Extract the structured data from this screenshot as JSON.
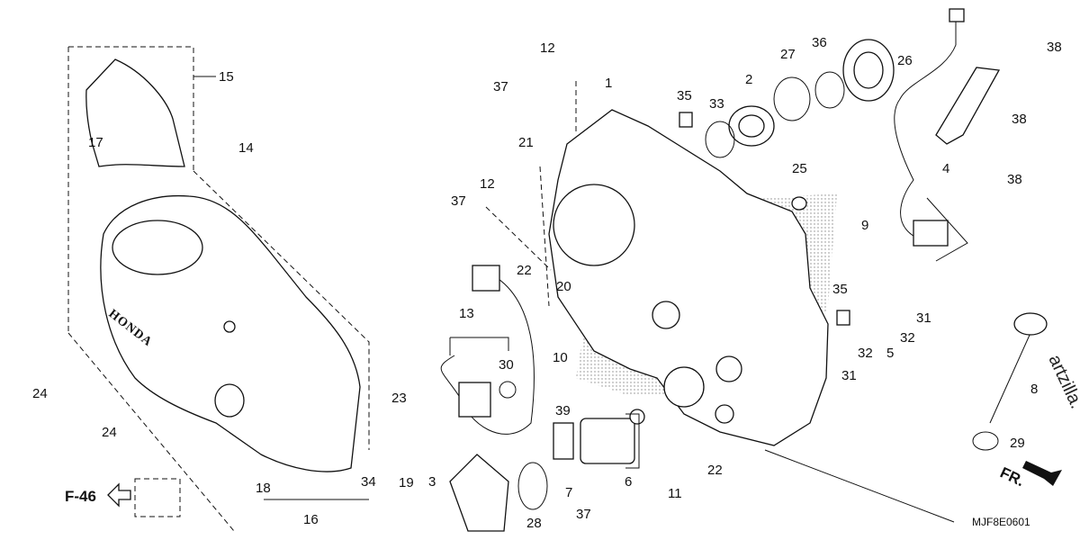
{
  "diagram": {
    "code": "MJF8E0601",
    "watermark": "artzilla.",
    "brand": "HONDA",
    "ref_label": "F-46",
    "front_label": "FR.",
    "callouts": [
      "1",
      "2",
      "3",
      "4",
      "5",
      "6",
      "7",
      "8",
      "9",
      "10",
      "11",
      "12",
      "12",
      "13",
      "14",
      "15",
      "16",
      "17",
      "18",
      "19",
      "20",
      "21",
      "22",
      "22",
      "23",
      "24",
      "24",
      "25",
      "26",
      "27",
      "28",
      "29",
      "30",
      "31",
      "31",
      "32",
      "32",
      "33",
      "34",
      "35",
      "35",
      "36",
      "37",
      "37",
      "37",
      "38",
      "38",
      "38",
      "39"
    ]
  }
}
